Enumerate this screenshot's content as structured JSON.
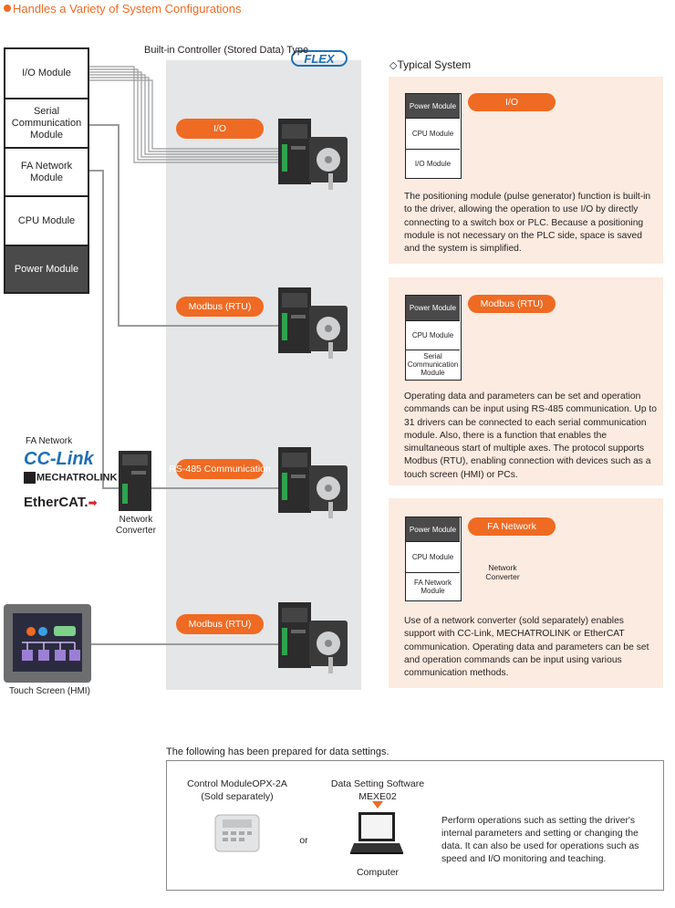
{
  "header": {
    "title": "Handles a Variety of System Configurations"
  },
  "plc_stack": {
    "modules": [
      "I/O Module",
      "Serial Communication Module",
      "FA Network Module",
      "CPU Module",
      "Power Module"
    ]
  },
  "controller_title": "Built-in Controller (Stored Data) Type",
  "flex_logo": "FLEX",
  "connections": [
    "I/O",
    "Modbus (RTU)",
    "RS-485 Communication",
    "Modbus (RTU)"
  ],
  "fa_network": {
    "label": "FA Network",
    "logos": [
      "CC-Link",
      "MECHATROLINK",
      "EtherCAT."
    ]
  },
  "network_converter_label": "Network Converter",
  "touch_screen_label": "Touch Screen (HMI)",
  "typical_system": {
    "title": "Typical System",
    "panels": [
      {
        "pill": "I/O",
        "modules": [
          "Power Module",
          "CPU Module",
          "I/O Module"
        ],
        "text": "The positioning module (pulse generator) function is built-in to the driver, allowing the operation to use I/O by directly connecting to a switch box or PLC. Because a positioning module is not necessary on the PLC side, space is saved and the system is simplified."
      },
      {
        "pill": "Modbus (RTU)",
        "modules": [
          "Power Module",
          "CPU Module",
          "Serial Communication Module"
        ],
        "text": "Operating data and parameters can be set and operation commands can be input using RS-485 communication. Up to 31 drivers can be connected to each serial communication module. Also, there is a function that enables the simultaneous start of multiple axes. The protocol supports Modbus (RTU), enabling connection with devices such as a touch screen (HMI) or PCs."
      },
      {
        "pill": "FA Network",
        "modules": [
          "Power Module",
          "CPU Module",
          "FA Network Module"
        ],
        "converter_label": "Network Converter",
        "text": "Use of a network converter (sold separately) enables support with CC-Link, MECHATROLINK or EtherCAT communication. Operating data and parameters can be set and operation commands can be input using various communication methods."
      }
    ]
  },
  "data_settings": {
    "title": "The following has been prepared for data settings.",
    "control_module": "Control ModuleOPX-2A",
    "control_module_note": "(Sold separately)",
    "or": "or",
    "software": "Data Setting Software",
    "software_name": "MEXE02",
    "computer": "Computer",
    "description": "Perform operations such as setting the driver's internal parameters and setting or changing the data. It can also be used for operations such as speed and I/O monitoring and teaching."
  },
  "colors": {
    "accent": "#ef6a22",
    "panel_bg": "#fcebe0",
    "band": "#e5e6e7",
    "power": "#4a4a4a",
    "flex_blue": "#1f6fb5"
  }
}
